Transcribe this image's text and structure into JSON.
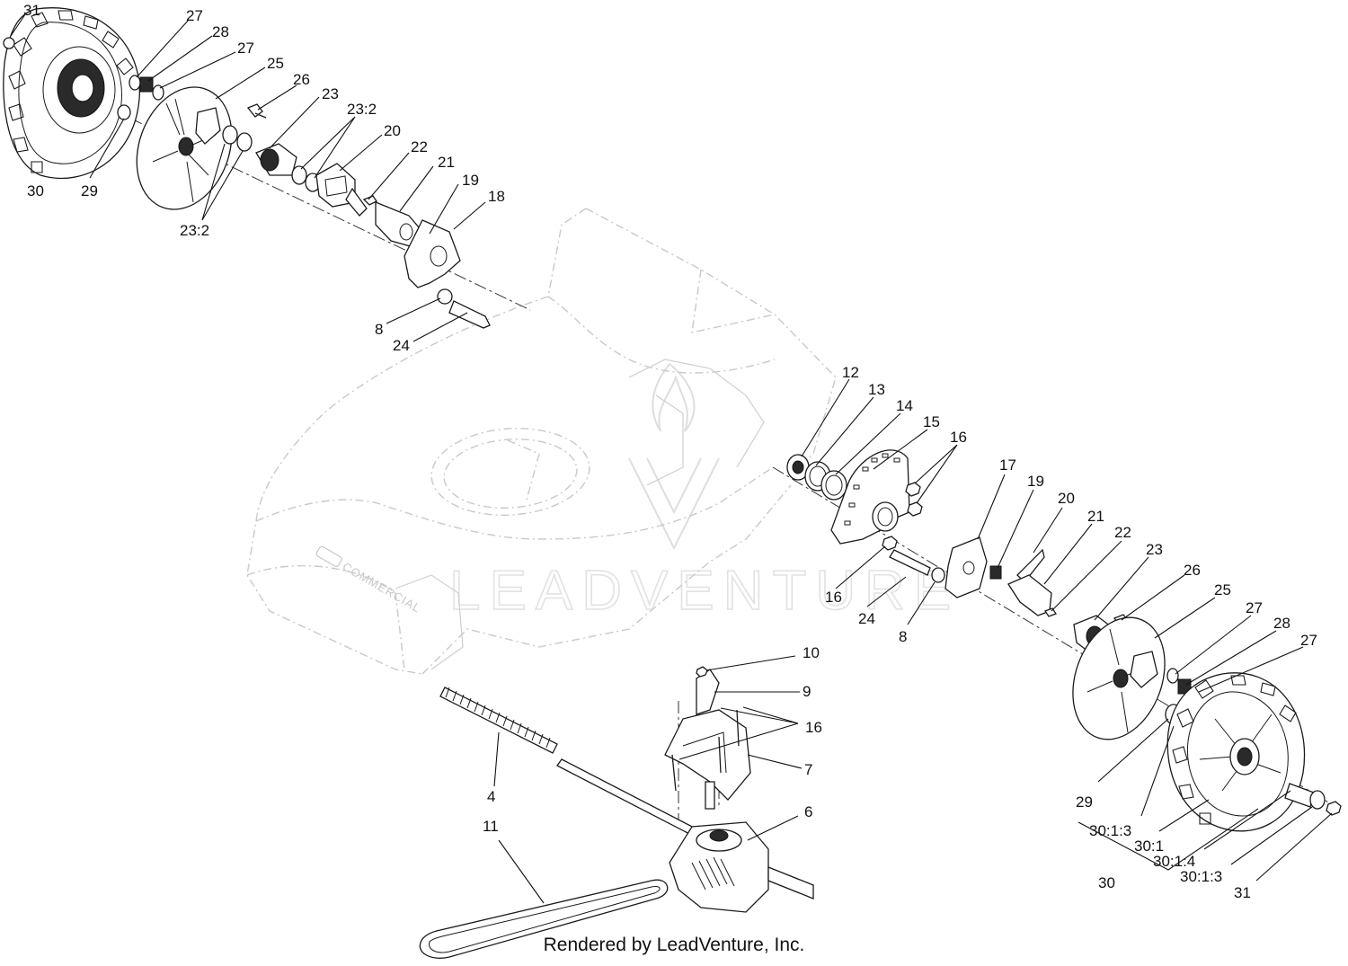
{
  "watermark": {
    "brand": "LEADVENTURE",
    "logo_icon": "leadventure-flame-logo"
  },
  "deck_brand": "COMMERCIAL",
  "credit": "Rendered by LeadVenture, Inc.",
  "callouts": [
    {
      "id": "c31a",
      "label": "31"
    },
    {
      "id": "c27a",
      "label": "27"
    },
    {
      "id": "c28a",
      "label": "28"
    },
    {
      "id": "c27b",
      "label": "27"
    },
    {
      "id": "c25a",
      "label": "25"
    },
    {
      "id": "c26a",
      "label": "26"
    },
    {
      "id": "c23a",
      "label": "23"
    },
    {
      "id": "c232a",
      "label": "23:2"
    },
    {
      "id": "c20a",
      "label": "20"
    },
    {
      "id": "c22a",
      "label": "22"
    },
    {
      "id": "c21a",
      "label": "21"
    },
    {
      "id": "c19a",
      "label": "19"
    },
    {
      "id": "c18a",
      "label": "18"
    },
    {
      "id": "c30a",
      "label": "30"
    },
    {
      "id": "c29a",
      "label": "29"
    },
    {
      "id": "c232b",
      "label": "23:2"
    },
    {
      "id": "c8a",
      "label": "8"
    },
    {
      "id": "c24a",
      "label": "24"
    },
    {
      "id": "c12",
      "label": "12"
    },
    {
      "id": "c13",
      "label": "13"
    },
    {
      "id": "c14",
      "label": "14"
    },
    {
      "id": "c15",
      "label": "15"
    },
    {
      "id": "c16a",
      "label": "16"
    },
    {
      "id": "c17",
      "label": "17"
    },
    {
      "id": "c19b",
      "label": "19"
    },
    {
      "id": "c20b",
      "label": "20"
    },
    {
      "id": "c21b",
      "label": "21"
    },
    {
      "id": "c22b",
      "label": "22"
    },
    {
      "id": "c23b",
      "label": "23"
    },
    {
      "id": "c26b",
      "label": "26"
    },
    {
      "id": "c25b",
      "label": "25"
    },
    {
      "id": "c27c",
      "label": "27"
    },
    {
      "id": "c28b",
      "label": "28"
    },
    {
      "id": "c27d",
      "label": "27"
    },
    {
      "id": "c16b",
      "label": "16"
    },
    {
      "id": "c24b",
      "label": "24"
    },
    {
      "id": "c8b",
      "label": "8"
    },
    {
      "id": "c10",
      "label": "10"
    },
    {
      "id": "c9",
      "label": "9"
    },
    {
      "id": "c16c",
      "label": "16"
    },
    {
      "id": "c7",
      "label": "7"
    },
    {
      "id": "c4",
      "label": "4"
    },
    {
      "id": "c6",
      "label": "6"
    },
    {
      "id": "c11",
      "label": "11"
    },
    {
      "id": "c29b",
      "label": "29"
    },
    {
      "id": "c3013a",
      "label": "30:1:3"
    },
    {
      "id": "c301",
      "label": "30:1"
    },
    {
      "id": "c3014",
      "label": "30:1:4"
    },
    {
      "id": "c3013b",
      "label": "30:1:3"
    },
    {
      "id": "c30b",
      "label": "30"
    },
    {
      "id": "c31b",
      "label": "31"
    }
  ]
}
